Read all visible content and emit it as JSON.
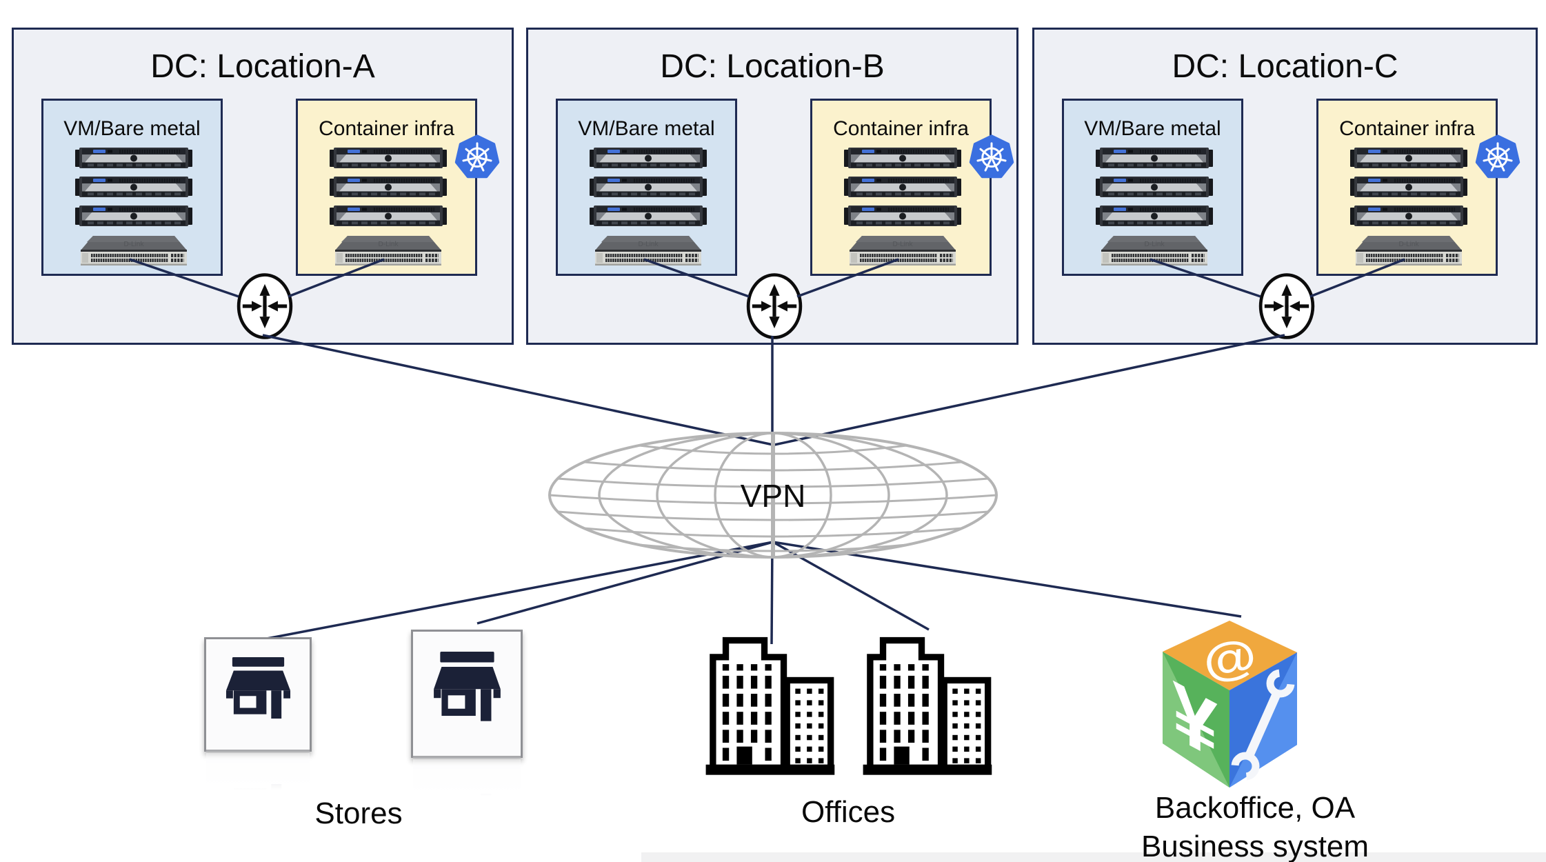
{
  "dcs": [
    {
      "title": "DC: Location-A",
      "vm_label": "VM/Bare metal",
      "container_label": "Container infra"
    },
    {
      "title": "DC: Location-B",
      "vm_label": "VM/Bare metal",
      "container_label": "Container infra"
    },
    {
      "title": "DC: Location-C",
      "vm_label": "VM/Bare metal",
      "container_label": "Container infra"
    }
  ],
  "network": {
    "vpn_label": "VPN"
  },
  "endpoints": {
    "stores": {
      "label": "Stores",
      "count": 2
    },
    "offices": {
      "label": "Offices",
      "count": 2
    },
    "backoffice": {
      "label_line1": "Backoffice, OA",
      "label_line2": "Business system"
    }
  },
  "icons": {
    "kubernetes": "kubernetes-helm-icon",
    "router": "router-icon",
    "rack_server": "rack-server-icon",
    "network_switch": "network-switch-icon",
    "vpn_globe": "globe-icon",
    "store": "storefront-icon",
    "office": "office-buildings-icon",
    "backoffice_cube": "business-software-cube-icon",
    "cube_glyphs": [
      "@",
      "¥",
      "wrench"
    ]
  },
  "colors": {
    "connector": "#1e2a52",
    "dc_fill": "#eef0f5",
    "dc_border": "#1e2a52",
    "vm_fill": "#d4e3f1",
    "container_fill": "#fbf2cd",
    "kubernetes_blue": "#3a6fe0",
    "globe_gray": "#b4b4b4",
    "store_glyph": "#1b2137",
    "cube_orange": "#f0a83e",
    "cube_green": "#5bb35e",
    "cube_blue": "#3a74dc"
  }
}
